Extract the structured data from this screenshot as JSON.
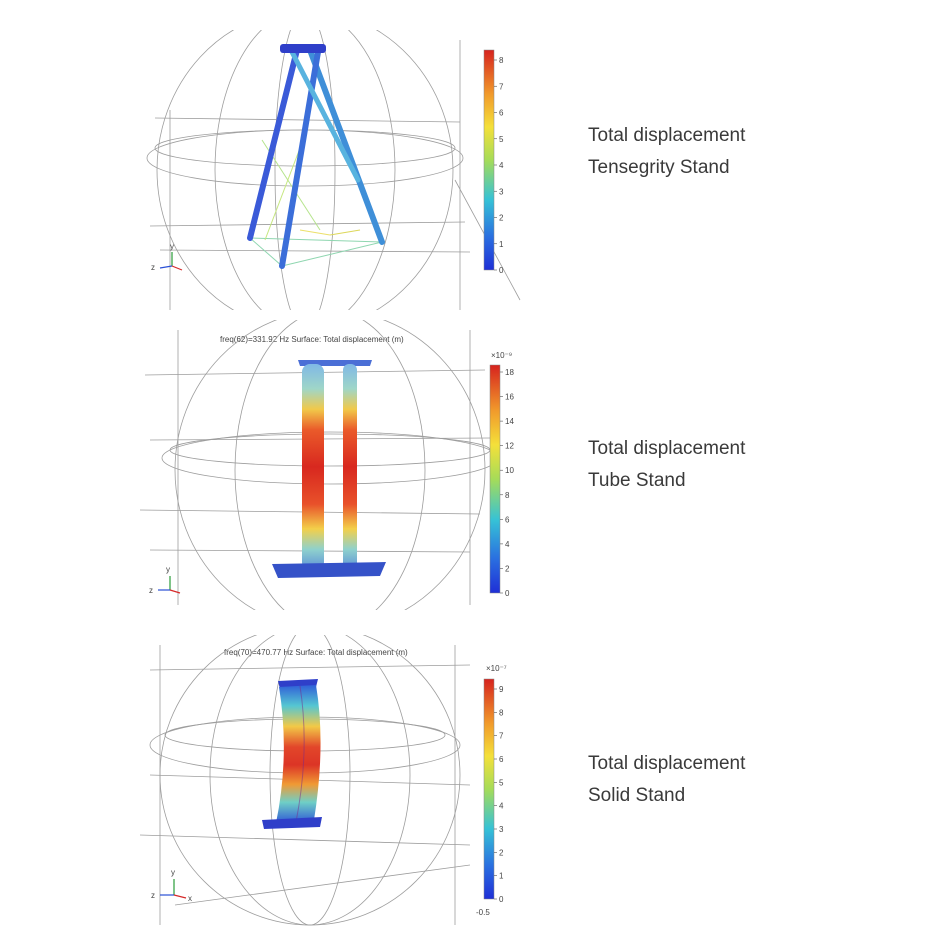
{
  "panels": [
    {
      "caption_line1": "Total displacement",
      "caption_line2": "Tensegrity Stand",
      "plot_title": "",
      "colorbar": {
        "ticks": [
          "8",
          "7",
          "6",
          "5",
          "4",
          "3",
          "2",
          "1",
          "0"
        ],
        "exponent": "",
        "bottom_label": ""
      }
    },
    {
      "caption_line1": "Total displacement",
      "caption_line2": "Tube Stand",
      "plot_title": "freq(62)=331.92 Hz  Surface: Total displacement (m)",
      "colorbar": {
        "ticks": [
          "18",
          "16",
          "14",
          "12",
          "10",
          "8",
          "6",
          "4",
          "2",
          "0"
        ],
        "exponent": "×10⁻⁹",
        "bottom_label": ""
      }
    },
    {
      "caption_line1": "Total displacement",
      "caption_line2": "Solid Stand",
      "plot_title": "freq(70)=470.77 Hz  Surface: Total displacement (m)",
      "colorbar": {
        "ticks": [
          "9",
          "8",
          "7",
          "6",
          "5",
          "4",
          "3",
          "2",
          "1",
          "0"
        ],
        "exponent": "×10⁻⁷",
        "bottom_label": "-0.5"
      }
    }
  ],
  "axes_triad": {
    "y": "y",
    "z": "z",
    "x": "x"
  },
  "colors": {
    "jet_low": "#1f3fd6",
    "jet_mid": "#39c3c9",
    "jet_high": "#d7241d",
    "grid": "#9a9a9a"
  }
}
